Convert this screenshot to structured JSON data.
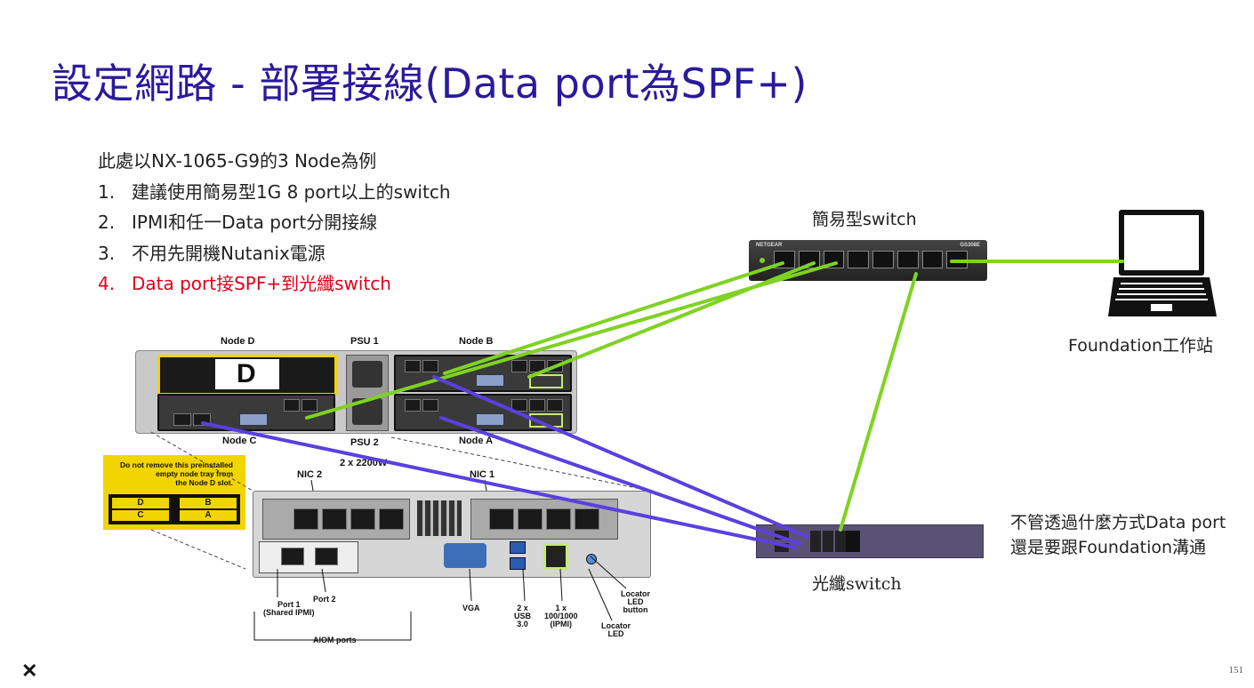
{
  "title": "設定網路 - 部署接線(Data port為SPF+)",
  "intro": "此處以NX-1065-G9的3 Node為例",
  "steps": [
    {
      "num": "1.",
      "text": "建議使用簡易型1G 8 port以上的switch"
    },
    {
      "num": "2.",
      "text": "IPMI和任一Data port分開接線"
    },
    {
      "num": "3.",
      "text": "不用先開機Nutanix電源"
    },
    {
      "num": "4.",
      "text": "Data port接SPF+到光纖switch"
    }
  ],
  "simple_switch": {
    "label": "簡易型switch",
    "brand": "NETGEAR",
    "model": "GS308E"
  },
  "workstation": {
    "label": "Foundation工作站"
  },
  "fiber_switch": {
    "label": "光纖switch"
  },
  "note": {
    "line1": "不管透過什麼方式Data port",
    "line2": "還是要跟Foundation溝通"
  },
  "chassis": {
    "node_d": "Node D",
    "psu1": "PSU 1",
    "node_b": "Node B",
    "node_c": "Node C",
    "psu2": "PSU 2",
    "node_a": "Node A",
    "power": "2 x 2200W",
    "d_letter": "D"
  },
  "warning": {
    "line1": "Do not remove this preinstalled",
    "line2": "empty node tray from",
    "line3": "the Node D slot.",
    "grid": [
      "D",
      "B",
      "C",
      "A"
    ]
  },
  "rear": {
    "nic2": "NIC 2",
    "nic1": "NIC 1",
    "port1": "Port 1",
    "port1_sub": "(Shared IPMI)",
    "port2": "Port 2",
    "aiom": "AIOM ports",
    "vga": "VGA",
    "usb1": "2 x",
    "usb2": "USB",
    "usb3": "3.0",
    "ipmi1": "1 x",
    "ipmi2": "100/1000",
    "ipmi3": "(IPMI)",
    "locator_led1": "Locator",
    "locator_led2": "LED",
    "locator_btn1": "Locator",
    "locator_btn2": "LED",
    "locator_btn3": "button"
  },
  "page_number": "151",
  "colors": {
    "title": "#2a1a9c",
    "red": "#e0001b",
    "green_cable": "#7ed321",
    "purple_cable": "#5b3fe0"
  }
}
